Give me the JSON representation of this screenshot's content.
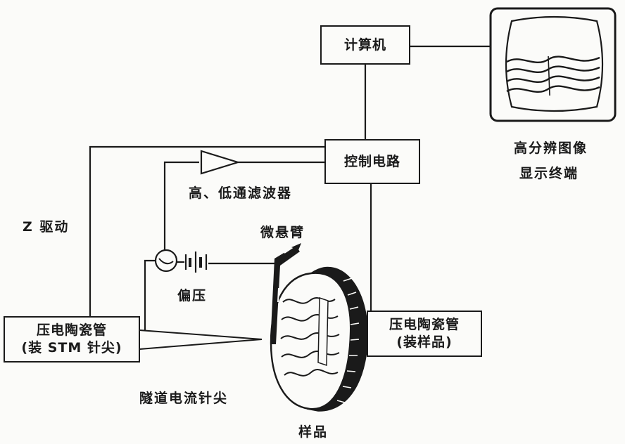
{
  "nodes": {
    "computer": "计算机",
    "control_circuit": "控制电路",
    "stm_tube": {
      "line1": "压电陶瓷管",
      "line2": "(装 STM 针尖)"
    },
    "sample_tube": {
      "line1": "压电陶瓷管",
      "line2": "(装样品)"
    },
    "display": {
      "line1": "高分辨图像",
      "line2": "显示终端"
    }
  },
  "labels": {
    "filter": "高、低通滤波器",
    "z_drive": "Z 驱动",
    "cantilever": "微悬臂",
    "bias": "偏压",
    "tunnel_tip": "隧道电流针尖",
    "sample": "样品"
  }
}
